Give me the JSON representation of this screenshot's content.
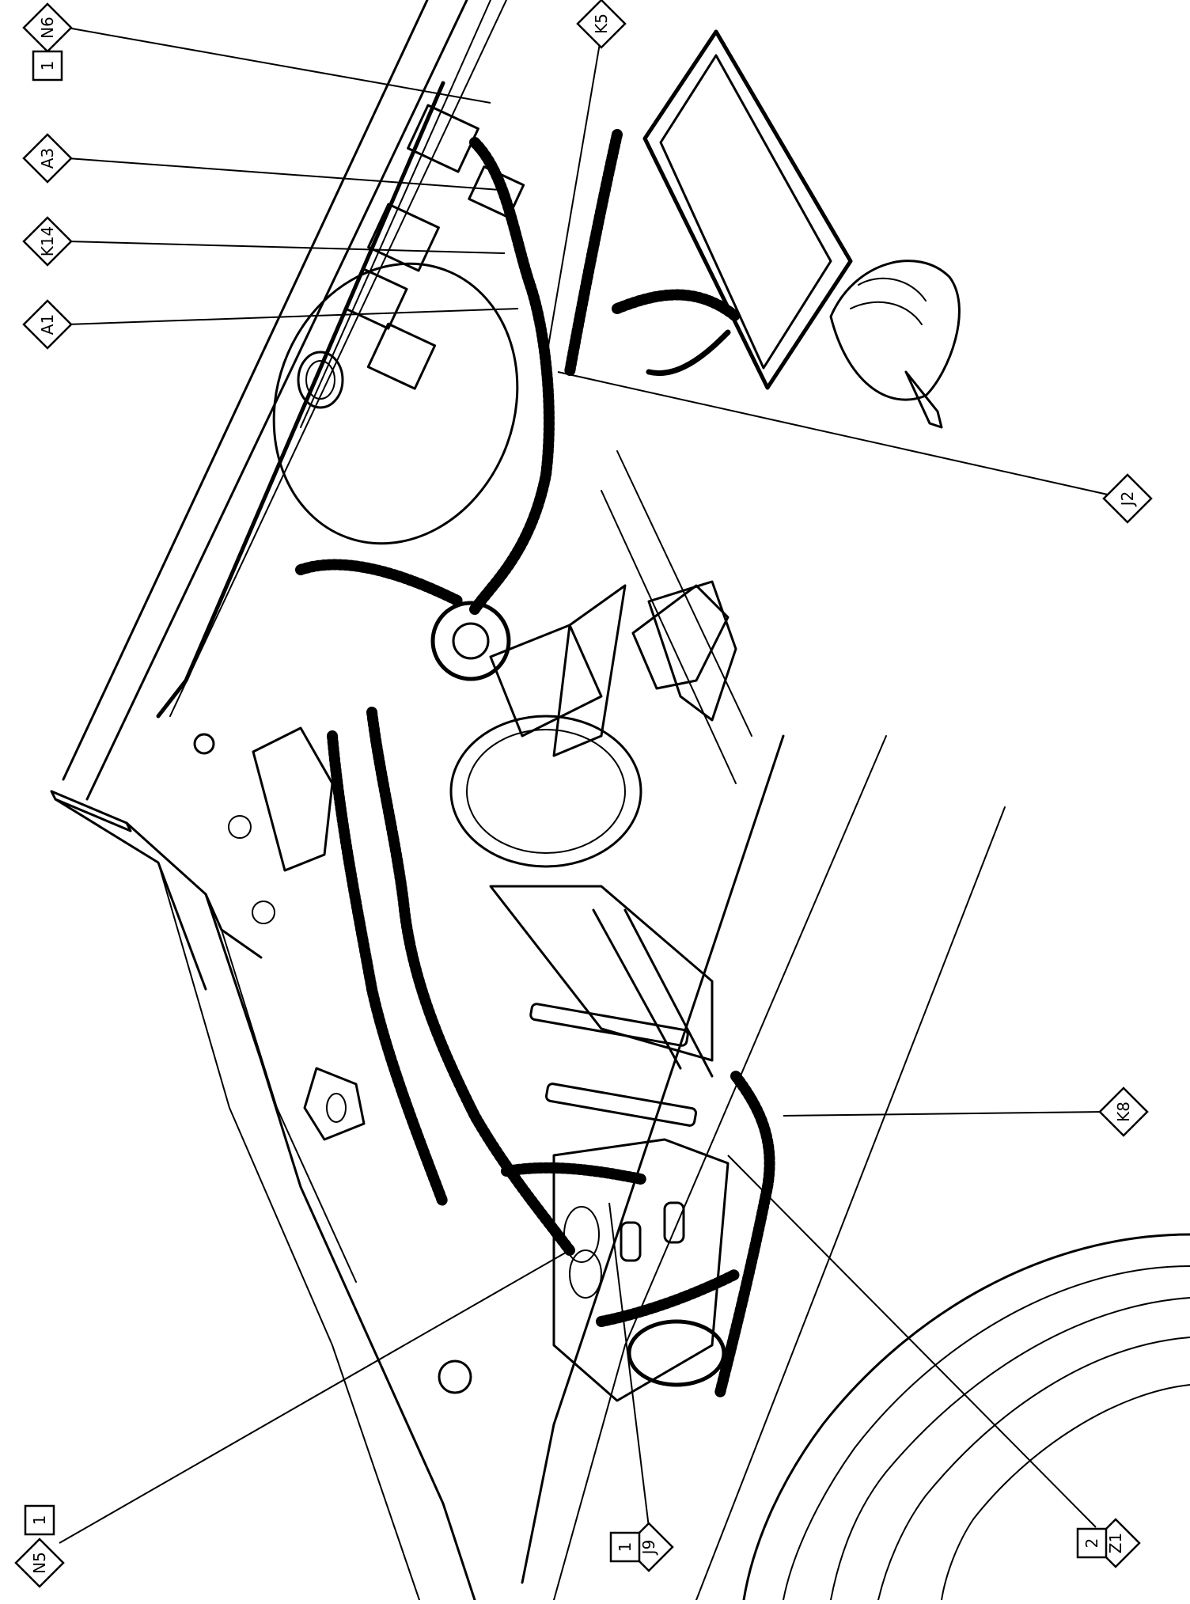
{
  "diagram": {
    "callouts": [
      {
        "id": "N6",
        "label": "N6",
        "sheet": "1"
      },
      {
        "id": "A3",
        "label": "A3",
        "sheet": ""
      },
      {
        "id": "K14",
        "label": "K14",
        "sheet": ""
      },
      {
        "id": "A1",
        "label": "A1",
        "sheet": ""
      },
      {
        "id": "K5",
        "label": "K5",
        "sheet": ""
      },
      {
        "id": "J2",
        "label": "J2",
        "sheet": ""
      },
      {
        "id": "K8",
        "label": "K8",
        "sheet": ""
      },
      {
        "id": "Z1",
        "label": "Z1",
        "sheet": "2"
      },
      {
        "id": "J9",
        "label": "J9",
        "sheet": "1"
      },
      {
        "id": "N5",
        "label": "N5",
        "sheet": "1"
      }
    ]
  }
}
